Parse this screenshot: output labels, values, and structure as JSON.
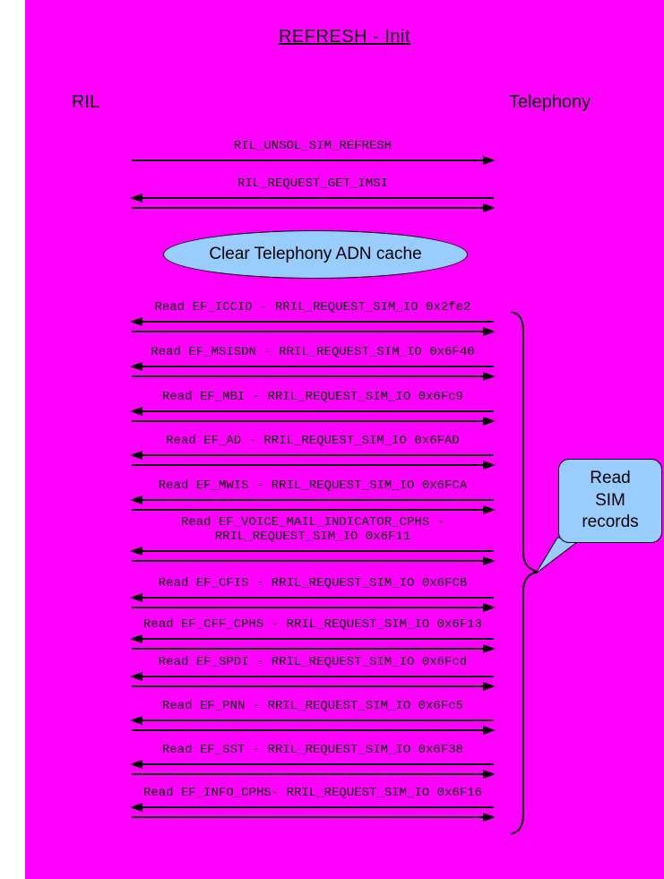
{
  "title": "REFRESH - Init",
  "actors": {
    "left": "RIL",
    "right": "Telephony"
  },
  "note": "Clear Telephony ADN cache",
  "callout": {
    "lines": [
      "Read",
      "SIM",
      "records"
    ]
  },
  "colors": {
    "background": "#FF00FF",
    "note_fill": "#99CCFF",
    "callout_fill": "#99CCFF",
    "line": "#000000"
  },
  "messages": [
    {
      "label": "RIL_UNSOL_SIM_REFRESH",
      "direction": "right"
    },
    {
      "label": "RIL_REQUEST_GET_IMSI",
      "direction": "both"
    },
    {
      "label": "Read EF_ICCID - RRIL_REQUEST_SIM_IO 0x2fe2",
      "direction": "both"
    },
    {
      "label": "Read EF_MSISDN - RRIL_REQUEST_SIM_IO 0x6F40",
      "direction": "both"
    },
    {
      "label": "Read EF_MBI - RRIL_REQUEST_SIM_IO 0x6Fc9",
      "direction": "both"
    },
    {
      "label": "Read EF_AD - RRIL_REQUEST_SIM_IO 0x6FAD",
      "direction": "both"
    },
    {
      "label": "Read EF_MWIS - RRIL_REQUEST_SIM_IO 0x6FCA",
      "direction": "both"
    },
    {
      "label": "Read EF_VOICE_MAIL_INDICATOR_CPHS - RRIL_REQUEST_SIM_IO 0x6F11",
      "direction": "both"
    },
    {
      "label": "Read EF_CFIS - RRIL_REQUEST_SIM_IO 0x6FCB",
      "direction": "both"
    },
    {
      "label": "Read EF_CFF_CPHS - RRIL_REQUEST_SIM_IO 0x6F13",
      "direction": "both"
    },
    {
      "label": "Read EF_SPDI - RRIL_REQUEST_SIM_IO 0x6Fcd",
      "direction": "both"
    },
    {
      "label": "Read EF_PNN - RRIL_REQUEST_SIM_IO 0x6Fc5",
      "direction": "both"
    },
    {
      "label": "Read EF_SST - RRIL_REQUEST_SIM_IO 0x6F38",
      "direction": "both"
    },
    {
      "label": "Read EF_INFO_CPHS- RRIL_REQUEST_SIM_IO 0x6F16",
      "direction": "both"
    }
  ]
}
